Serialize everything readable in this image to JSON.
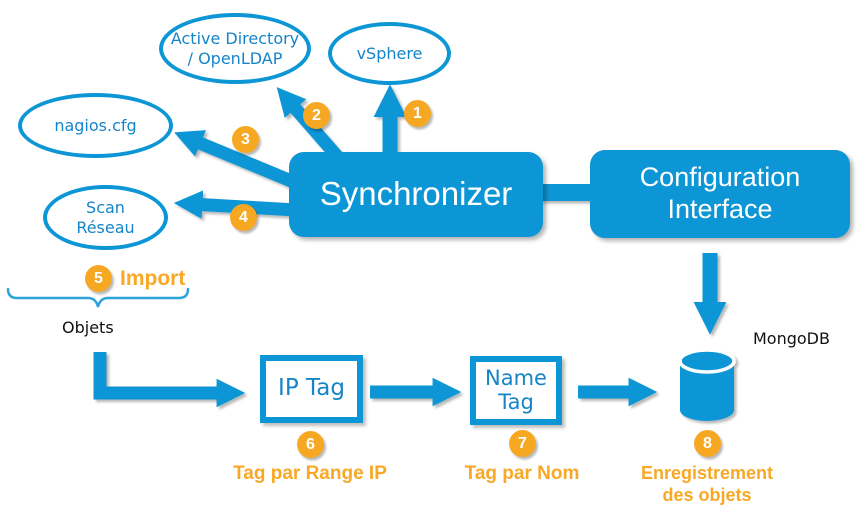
{
  "colors": {
    "blue": "#0d96d5",
    "node_text_blue": "#1585c8",
    "orange_badge": "#f7a823",
    "orange_label": "#f9a825",
    "black_text": "#111111",
    "white": "#ffffff"
  },
  "nodes": {
    "active_directory": {
      "line1": "Active Directory",
      "line2": "/ OpenLDAP"
    },
    "vsphere": {
      "label": "vSphere"
    },
    "nagios": {
      "label": "nagios.cfg"
    },
    "scan_reseau": {
      "line1": "Scan",
      "line2": "Réseau"
    },
    "synchronizer": {
      "label": "Synchronizer"
    },
    "configuration_interface": {
      "line1": "Configuration",
      "line2": "Interface"
    },
    "ip_tag": {
      "label": "IP Tag"
    },
    "name_tag": {
      "line1": "Name",
      "line2": "Tag"
    },
    "mongodb": {
      "label": "MongoDB"
    }
  },
  "steps": {
    "1": "1",
    "2": "2",
    "3": "3",
    "4": "4",
    "5": "5",
    "6": "6",
    "7": "7",
    "8": "8"
  },
  "labels": {
    "import": "Import",
    "objets": "Objets",
    "tag_par_range_ip": "Tag par Range IP",
    "tag_par_nom": "Tag par Nom",
    "enregistrement_line1": "Enregistrement",
    "enregistrement_line2": "des objets"
  }
}
